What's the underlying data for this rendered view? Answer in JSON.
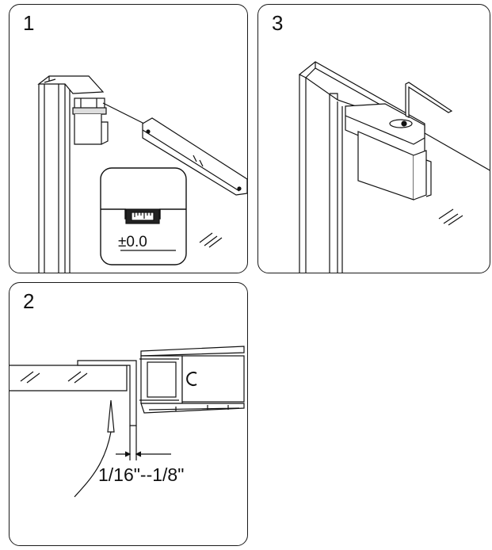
{
  "panels": {
    "step1": {
      "number": "1",
      "gauge_reading": "±0.0"
    },
    "step3": {
      "number": "3"
    },
    "step2": {
      "number": "2",
      "gap_label": "1/16\"--1/8\""
    }
  }
}
